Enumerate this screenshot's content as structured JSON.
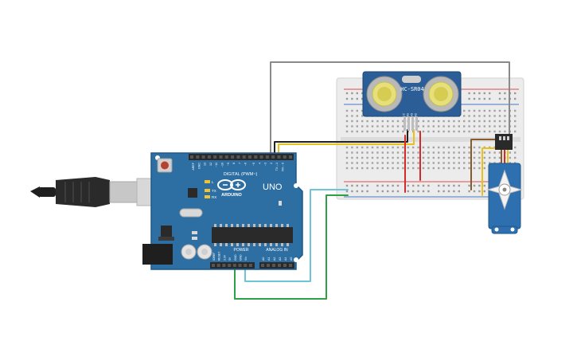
{
  "board": {
    "uno_label": "UNO",
    "brand_label": "ARDUINO",
    "digital_header_label": "DIGITAL (PWM~)",
    "power_label": "POWER",
    "analog_label": "ANALOG IN",
    "tx_label": "TX",
    "rx_label": "RX",
    "l_label": "L",
    "digital_pins": [
      "AREF",
      "GND",
      "13",
      "12",
      "~11",
      "~10",
      "~9",
      "8",
      "7",
      "~6",
      "~5",
      "4",
      "~3",
      "2",
      "TX→1",
      "RX←0"
    ],
    "power_pins": [
      "IOREF",
      "RESET",
      "3.3V",
      "5V",
      "GND",
      "GND",
      "Vin"
    ],
    "analog_pins": [
      "A0",
      "A1",
      "A2",
      "A3",
      "A4",
      "A5"
    ]
  },
  "sensor": {
    "model_label": "HC-SR04",
    "pin_labels": [
      "VCC",
      "TRIG",
      "ECHO",
      "GND"
    ]
  },
  "colors": {
    "board": "#2d6ea3",
    "board_edge": "#1f5a8a",
    "breadboard": "#e9e9e9",
    "rail_red": "#e04b4b",
    "rail_blue": "#4a78c4",
    "wire_gray": "#8a8a8a",
    "wire_black": "#222222",
    "wire_yellow": "#e8c21a",
    "wire_red": "#d42a2a",
    "wire_cyan": "#6cc6d6",
    "wire_green": "#2fa043",
    "wire_brown": "#8a5a2b",
    "servo": "#2e6fb0"
  }
}
